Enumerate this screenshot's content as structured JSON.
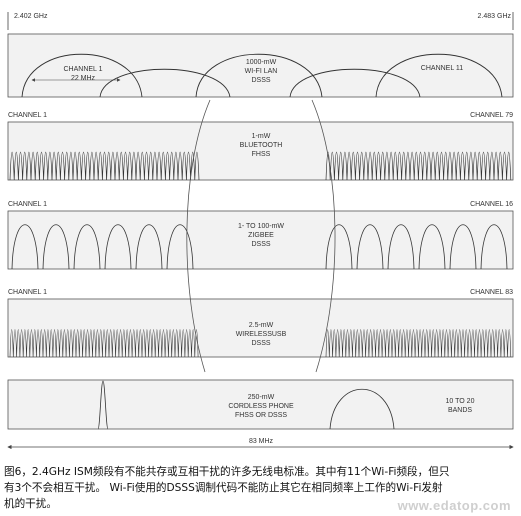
{
  "freq_left": "2.402 GHz",
  "freq_right": "2.483 GHz",
  "wifi": {
    "channel1_label": "CHANNEL 1",
    "channel1_bw": "22 MHz",
    "center_lines": [
      "1000-mW",
      "WI-FI LAN",
      "DSSS"
    ],
    "channel11_label": "CHANNEL 11"
  },
  "bluetooth": {
    "left_label": "CHANNEL 1",
    "right_label": "CHANNEL 79",
    "center_lines": [
      "1-mW",
      "BLUETOOTH",
      "FHSS"
    ]
  },
  "zigbee": {
    "left_label": "CHANNEL 1",
    "right_label": "CHANNEL 16",
    "center_lines": [
      "1- TO 100-mW",
      "ZIGBEE",
      "DSSS"
    ]
  },
  "wirelessusb": {
    "left_label": "CHANNEL 1",
    "right_label": "CHANNEL 83",
    "center_lines": [
      "2.5-mW",
      "WIRELESSUSB",
      "DSSS"
    ]
  },
  "cordless": {
    "center_lines": [
      "250-mW",
      "CORDLESS PHONE",
      "FHSS OR DSSS"
    ],
    "right_lines": [
      "10 TO 20",
      "BANDS"
    ]
  },
  "span_label": "83 MHz",
  "caption_line1": "图6，2.4GHz ISM频段有不能共存或互相干扰的许多无线电标准。其中有11个Wi-Fi频段，但只",
  "caption_line2": "有3个不会相互干扰。 Wi-Fi使用的DSSS调制代码不能防止其它在相同频率上工作的Wi-Fi发射",
  "caption_line3": "机的干扰。",
  "watermark": "www.edatop.com"
}
